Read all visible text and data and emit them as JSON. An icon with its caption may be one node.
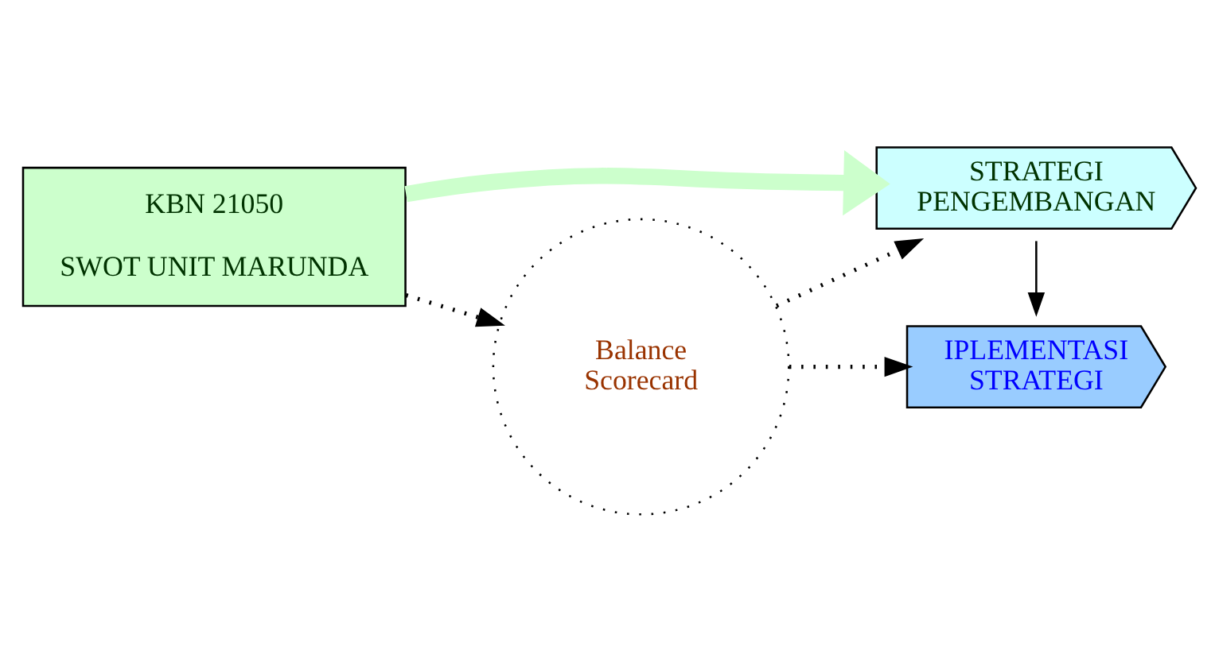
{
  "diagram": {
    "nodes": [
      {
        "text": [
          "KBN 21050",
          "SWOT UNIT MARUNDA"
        ]
      },
      {
        "text": [
          "Balance Scorecard"
        ]
      },
      {
        "text": [
          "STRATEGI PENGEMBANGAN"
        ]
      },
      {
        "text": [
          "IPLEMENTASI STRATEGI"
        ]
      }
    ],
    "edges": [
      {
        "from": 0,
        "to": 1,
        "arrow": "to",
        "style": "dashed"
      },
      {
        "from": 1,
        "to": 2,
        "arrow": "to",
        "style": "dashed"
      },
      {
        "from": 1,
        "to": 3,
        "arrow": "to",
        "style": "dashed"
      },
      {
        "from": 0,
        "to": 2,
        "arrow": "to",
        "style": "thick",
        "color": "#ccffcc"
      },
      {
        "from": 2,
        "to": 3,
        "arrow": "to"
      }
    ]
  }
}
